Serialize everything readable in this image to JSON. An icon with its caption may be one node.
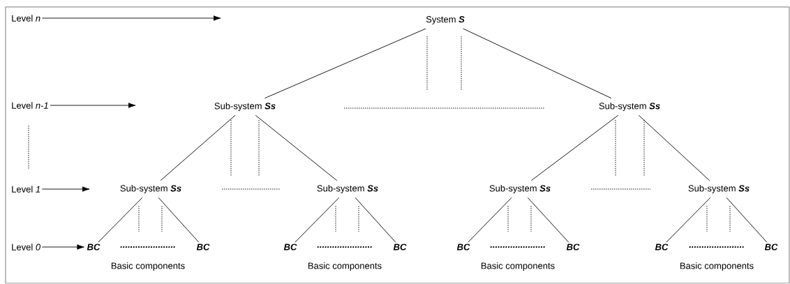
{
  "diagram": {
    "nodes": [
      {
        "text": [
          "System **S**"
        ]
      },
      {
        "text": [
          "Sub-system **Ss**"
        ]
      },
      {
        "text": [
          "Sub-system **Ss**"
        ]
      },
      {
        "text": [
          "Sub-system **Ss**"
        ]
      },
      {
        "text": [
          "Sub-system **Ss**"
        ]
      },
      {
        "text": [
          "Sub-system **Ss**"
        ]
      },
      {
        "text": [
          "Sub-system **Ss**"
        ]
      },
      {
        "text": [
          "BC"
        ]
      },
      {
        "text": [
          "BC"
        ]
      },
      {
        "text": [
          "BC"
        ]
      },
      {
        "text": [
          "BC"
        ]
      },
      {
        "text": [
          "BC"
        ]
      },
      {
        "text": [
          "BC"
        ]
      },
      {
        "text": [
          "BC"
        ]
      },
      {
        "text": [
          "BC"
        ]
      },
      {
        "text": [
          "Level *n*"
        ]
      },
      {
        "text": [
          "Level *n-1*"
        ]
      },
      {
        "text": [
          "Level *1*"
        ]
      },
      {
        "text": [
          "Level *0*"
        ]
      }
    ],
    "edges": [
      {
        "from": 0,
        "to": 1,
        "arrow": "none"
      },
      {
        "from": 0,
        "to": 2,
        "arrow": "none"
      },
      {
        "from": 1,
        "to": 3,
        "arrow": "none"
      },
      {
        "from": 1,
        "to": 4,
        "arrow": "none"
      },
      {
        "from": 2,
        "to": 5,
        "arrow": "none"
      },
      {
        "from": 2,
        "to": 6,
        "arrow": "none"
      },
      {
        "from": 3,
        "to": 7,
        "arrow": "none"
      },
      {
        "from": 3,
        "to": 8,
        "arrow": "none"
      },
      {
        "from": 4,
        "to": 9,
        "arrow": "none"
      },
      {
        "from": 4,
        "to": 10,
        "arrow": "none"
      },
      {
        "from": 5,
        "to": 11,
        "arrow": "none"
      },
      {
        "from": 5,
        "to": 12,
        "arrow": "none"
      },
      {
        "from": 6,
        "to": 13,
        "arrow": "none"
      },
      {
        "from": 6,
        "to": 14,
        "arrow": "none"
      },
      {
        "from": 15,
        "to": null,
        "arrow": "to"
      },
      {
        "from": 16,
        "to": null,
        "arrow": "to"
      },
      {
        "from": 17,
        "to": null,
        "arrow": "to"
      },
      {
        "from": 18,
        "to": 7,
        "arrow": "to"
      }
    ],
    "labels": [
      "......................",
      "......................",
      "......................",
      "......................",
      "Basic components",
      "Basic components",
      "Basic components",
      "Basic components"
    ]
  }
}
